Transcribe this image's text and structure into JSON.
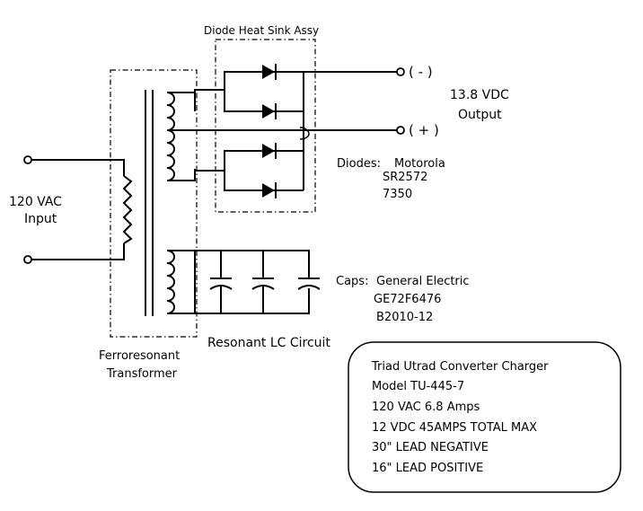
{
  "diagram": {
    "title_heat_sink": "Diode Heat Sink Assy",
    "input": {
      "voltage": "120 VAC",
      "label": "Input"
    },
    "output": {
      "voltage": "13.8 VDC",
      "label": "Output",
      "neg_terminal": "( - )",
      "pos_terminal": "( + )"
    },
    "diodes": {
      "label": "Diodes:",
      "maker": "Motorola",
      "part1": "SR2572",
      "part2": "7350"
    },
    "caps": {
      "label": "Caps:",
      "maker": "General Electric",
      "part1": "GE72F6476",
      "part2": "B2010-12"
    },
    "resonant_label": "Resonant LC Circuit",
    "transformer": {
      "line1": "Ferroresonant",
      "line2": "Transformer"
    },
    "info_box": {
      "lines": [
        "Triad Utrad Converter Charger",
        "Model TU-445-7",
        "120 VAC 6.8 Amps",
        "12 VDC 45AMPS TOTAL MAX",
        "30\" LEAD NEGATIVE",
        "16\" LEAD POSITIVE"
      ]
    }
  }
}
